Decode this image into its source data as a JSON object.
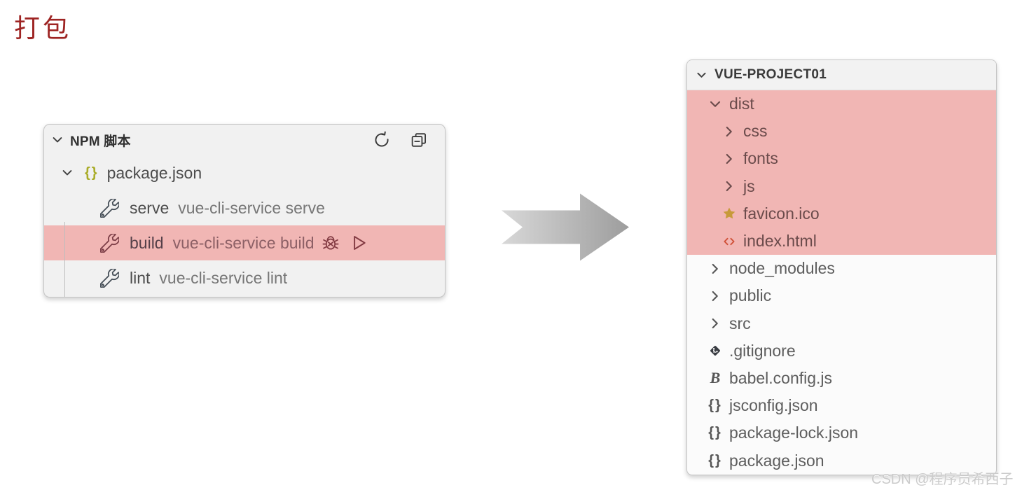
{
  "page": {
    "title": "打包",
    "watermark": "CSDN @程序员希西子"
  },
  "colors": {
    "title_red": "#9e2423",
    "highlight_pink": "#f1b6b4",
    "json_olive": "#a9ac28",
    "babel_green": "#bcc22f",
    "star_gold": "#c79a3a",
    "html_orange": "#d05138",
    "git_dark": "#393c42",
    "debug_maroon": "#833b43",
    "arrow_light": "#d8d8d8",
    "arrow_dark": "#9d9d9d"
  },
  "npm_panel": {
    "header": {
      "label": "NPM 脚本",
      "collapse_icon": "chevron-down-icon",
      "action_icons": [
        "refresh-icon",
        "collapse-all-icon"
      ]
    },
    "file_group": {
      "label": "package.json",
      "icon": "json-file-icon",
      "state_icon": "chevron-down-icon"
    },
    "scripts": [
      {
        "name": "serve",
        "command": "vue-cli-service serve",
        "icon": "wrench",
        "highlighted": false
      },
      {
        "name": "build",
        "command": "vue-cli-service build",
        "icon": "wrench",
        "highlighted": true,
        "actions": [
          "debug-icon",
          "run-icon"
        ]
      },
      {
        "name": "lint",
        "command": "vue-cli-service lint",
        "icon": "wrench",
        "highlighted": false
      }
    ]
  },
  "arrow": {
    "direction": "right",
    "style": "gray-gradient-block-arrow"
  },
  "explorer_panel": {
    "header": {
      "label": "VUE-PROJECT01",
      "collapse_icon": "chevron-down-icon"
    },
    "items": [
      {
        "label": "dist",
        "icon": "chevron-down",
        "indent": 1,
        "highlighted": true
      },
      {
        "label": "css",
        "icon": "chevron-right",
        "indent": 2,
        "highlighted": true
      },
      {
        "label": "fonts",
        "icon": "chevron-right",
        "indent": 2,
        "highlighted": true
      },
      {
        "label": "js",
        "icon": "chevron-right",
        "indent": 2,
        "highlighted": true
      },
      {
        "label": "favicon.ico",
        "icon": "star",
        "indent": 2,
        "highlighted": true
      },
      {
        "label": "index.html",
        "icon": "html",
        "indent": 2,
        "highlighted": true
      },
      {
        "label": "node_modules",
        "icon": "chevron-right",
        "indent": 1,
        "highlighted": false
      },
      {
        "label": "public",
        "icon": "chevron-right",
        "indent": 1,
        "highlighted": false
      },
      {
        "label": "src",
        "icon": "chevron-right",
        "indent": 1,
        "highlighted": false
      },
      {
        "label": ".gitignore",
        "icon": "git",
        "indent": 1,
        "highlighted": false
      },
      {
        "label": "babel.config.js",
        "icon": "babel",
        "indent": 1,
        "highlighted": false
      },
      {
        "label": "jsconfig.json",
        "icon": "json",
        "indent": 1,
        "highlighted": false
      },
      {
        "label": "package-lock.json",
        "icon": "json",
        "indent": 1,
        "highlighted": false
      },
      {
        "label": "package.json",
        "icon": "json",
        "indent": 1,
        "highlighted": false
      }
    ]
  }
}
